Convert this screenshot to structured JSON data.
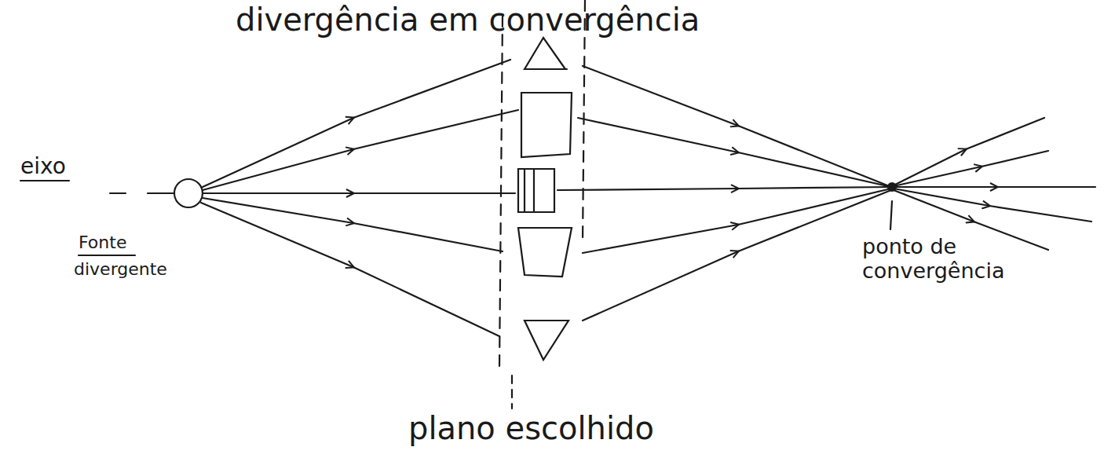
{
  "diagram": {
    "labels": [
      "divergência em convergência",
      "eixo",
      "Fonte",
      "divergente",
      "ponto de convergência",
      "plano escolhido"
    ]
  }
}
